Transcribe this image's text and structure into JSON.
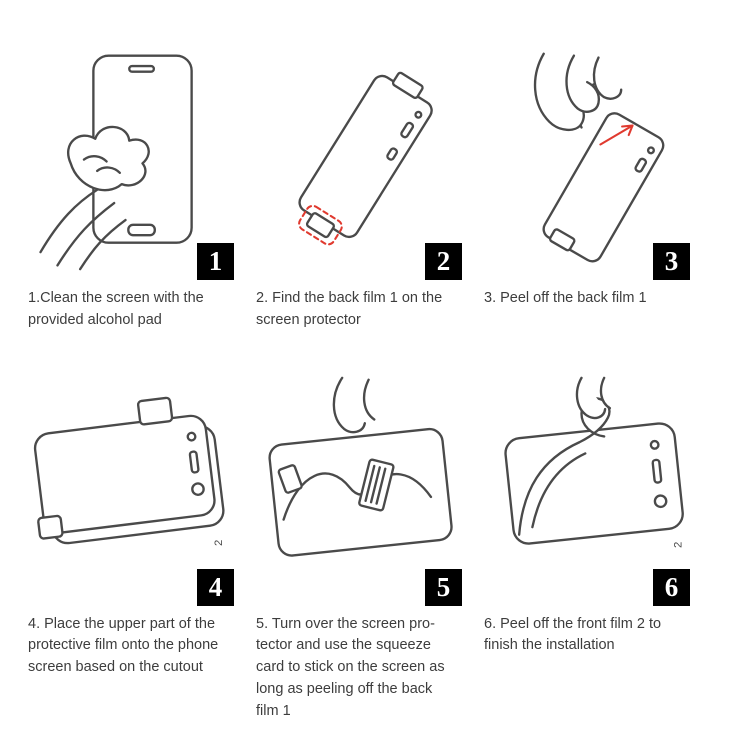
{
  "colors": {
    "line": "#4a4a4a",
    "accent": "#e03a2f",
    "badge_bg": "#000000",
    "badge_text": "#ffffff",
    "background": "#ffffff",
    "text": "#3d3d3d"
  },
  "panels": [
    {
      "number": "1",
      "caption": "1.Clean the screen with the provided alcohol pad",
      "illustration": "hand-cleaning-phone-with-alcohol-pad"
    },
    {
      "number": "2",
      "caption": "2. Find the back film 1 on the screen protector",
      "illustration": "screen-protector-with-back-film-tab-highlighted"
    },
    {
      "number": "3",
      "caption": "3. Peel off the back film 1",
      "illustration": "hand-peeling-back-film"
    },
    {
      "number": "4",
      "caption": "4. Place the upper part of the protective film onto the phone screen based on the cutout",
      "illustration": "film-placed-on-phone-screen",
      "tab_label": "2"
    },
    {
      "number": "5",
      "caption": "5. Turn over the screen pro-tector and use the squeeze card to stick on the screen as long as peeling off the back film 1",
      "illustration": "squeeze-card-on-screen"
    },
    {
      "number": "6",
      "caption": "6. Peel off the front film 2 to finish the installation",
      "illustration": "hand-peeling-front-film",
      "tab_label": "2"
    }
  ]
}
